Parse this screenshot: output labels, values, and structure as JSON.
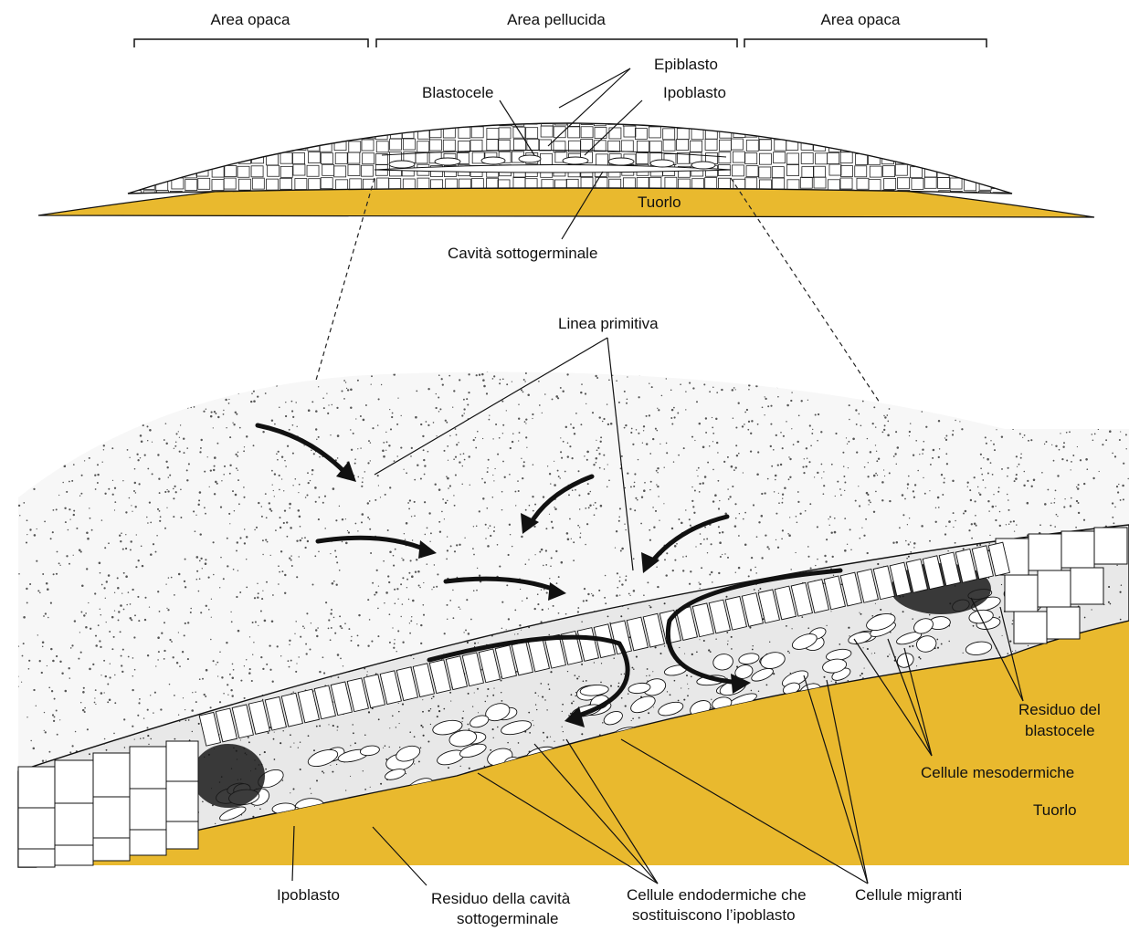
{
  "colors": {
    "yolk": "#e9b92e",
    "line": "#111111",
    "cell_fill": "#ffffff",
    "stipple": "#666666"
  },
  "top_section": {
    "area_opaca_left": "Area opaca",
    "area_pellucida": "Area pellucida",
    "area_opaca_right": "Area opaca",
    "epiblasto": "Epiblasto",
    "blastocele": "Blastocele",
    "ipoblasto": "Ipoblasto",
    "tuorlo": "Tuorlo",
    "cavita_sottogerminale": "Cavità sottogerminale"
  },
  "bottom_section": {
    "linea_primitiva": "Linea primitiva",
    "residuo_blastocele_line1": "Residuo del",
    "residuo_blastocele_line2": "blastocele",
    "cellule_mesodermiche": "Cellule mesodermiche",
    "tuorlo": "Tuorlo",
    "ipoblasto": "Ipoblasto",
    "residuo_cavita_line1": "Residuo della cavità",
    "residuo_cavita_line2": "sottogerminale",
    "cellule_endodermiche_line1": "Cellule endodermiche che",
    "cellule_endodermiche_line2": "sostituiscono l’ipoblasto",
    "cellule_migranti": "Cellule migranti"
  }
}
